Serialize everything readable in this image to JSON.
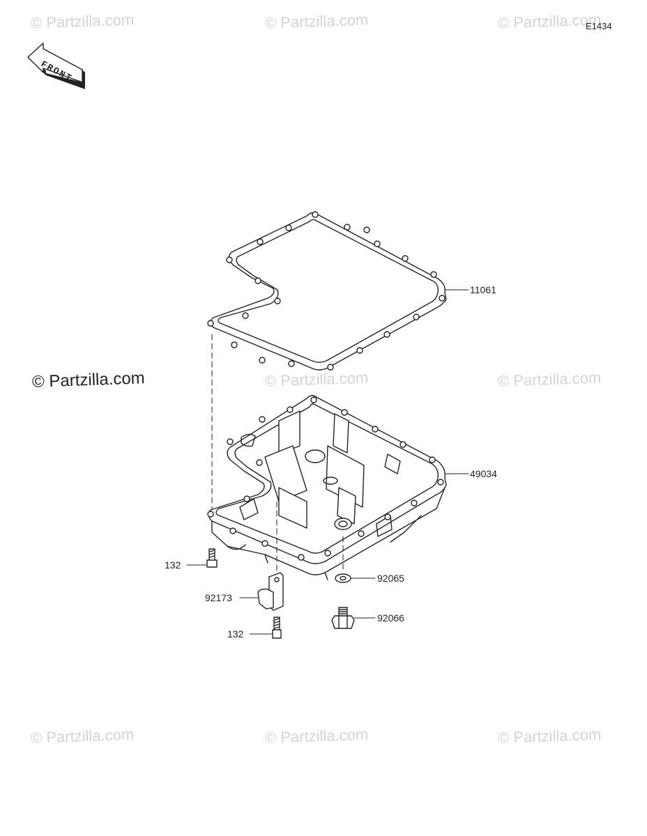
{
  "diagram": {
    "code": "E1434",
    "front_label": "FRONT",
    "watermark_text": "© Partzilla.com",
    "main_watermark_text": "© Partzilla.com"
  },
  "callouts": [
    {
      "part_number": "11061"
    },
    {
      "part_number": "49034"
    },
    {
      "part_number": "132"
    },
    {
      "part_number": "92065"
    },
    {
      "part_number": "92173"
    },
    {
      "part_number": "92066"
    },
    {
      "part_number": "132"
    }
  ]
}
